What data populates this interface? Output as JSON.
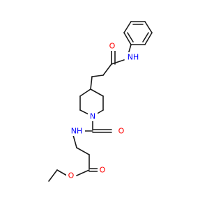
{
  "colors": {
    "bond": "#1a1a1a",
    "oxygen": "#ff0000",
    "nitrogen": "#0000ff",
    "background": "#ffffff"
  },
  "atoms": {
    "o_amide_top": "O",
    "n_amide_top": "NH",
    "n_ring": "N",
    "o_carbamoyl": "O",
    "n_carbamoyl": "NH",
    "o_carbonyl_ester": "O",
    "o_ester": "O"
  }
}
